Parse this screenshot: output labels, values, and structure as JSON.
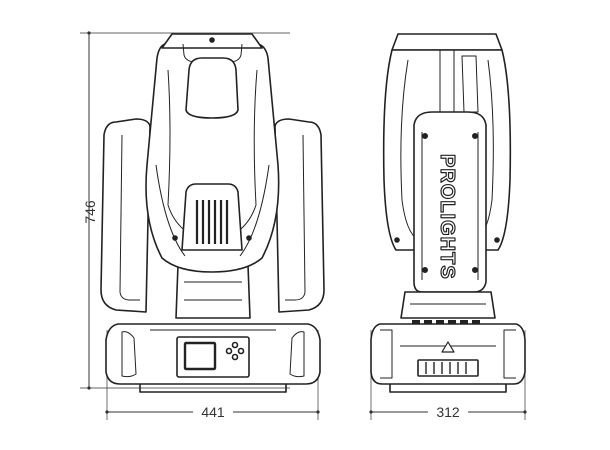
{
  "dimensions": {
    "height_label": "746",
    "front_width_label": "441",
    "side_width_label": "312"
  },
  "brand": {
    "logo_text": "PROLIGHTS"
  }
}
